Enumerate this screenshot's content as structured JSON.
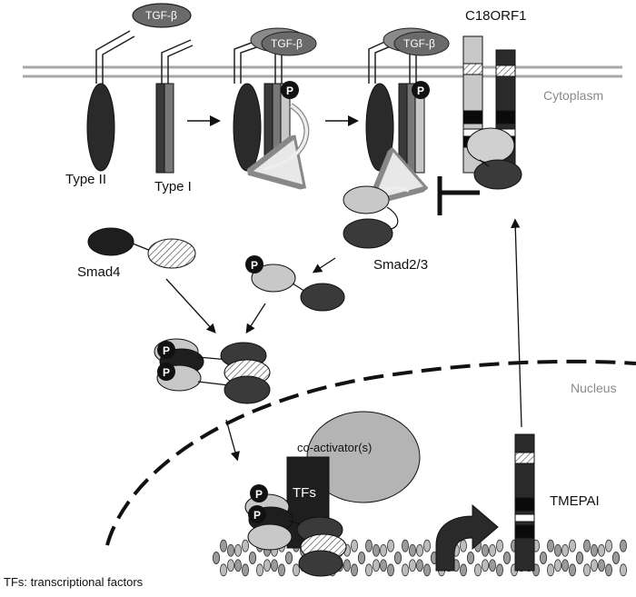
{
  "labels": {
    "tgf_beta": "TGF-β",
    "c18orf1": "C18ORF1",
    "cytoplasm": "Cytoplasm",
    "type_ii": "Type II",
    "type_i": "Type I",
    "smad4": "Smad4",
    "smad23": "Smad2/3",
    "nucleus": "Nucleus",
    "coactivators": "co-activator(s)",
    "tfs": "TFs",
    "tmepai": "TMEPAI",
    "footnote": "TFs: transcriptional factors",
    "phospho": "P"
  },
  "colors": {
    "dark": "#3a3a3a",
    "darker": "#1e1e1e",
    "mid": "#6a6a6a",
    "light": "#c8c8c8",
    "membrane": "#a8a8a8",
    "coactivator": "#b4b4b4"
  }
}
